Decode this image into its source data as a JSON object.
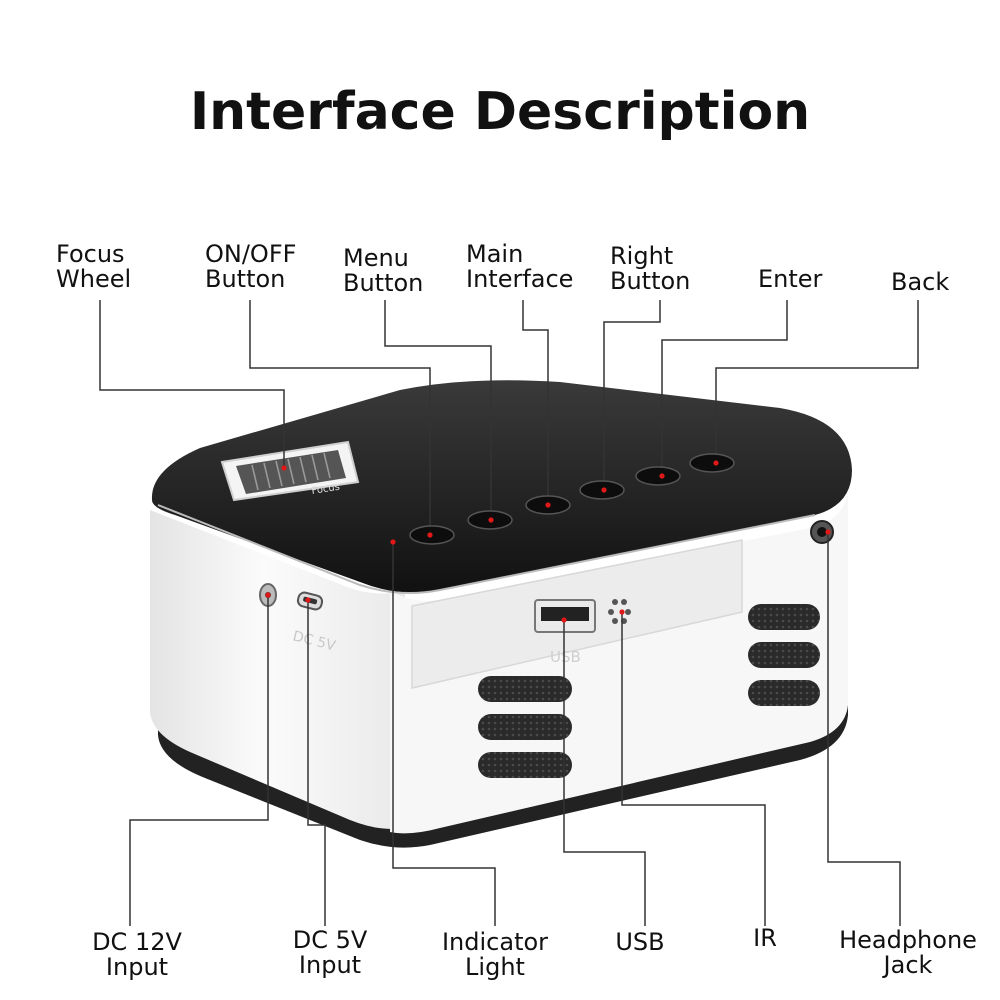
{
  "title": "Interface Description",
  "labels": {
    "focus_wheel": "Focus\nWheel",
    "on_off_button": "ON/OFF\nButton",
    "menu_button": "Menu\nButton",
    "main_interface": "Main\nInterface",
    "right_button": "Right\nButton",
    "enter": "Enter",
    "back": "Back",
    "dc_12v_input": "DC 12V\nInput",
    "dc_5v_input": "DC 5V\nInput",
    "indicator_light": "Indicator\nLight",
    "usb": "USB",
    "ir": "IR",
    "headphone_jack": "Headphone\nJack"
  },
  "device_markings": {
    "usb_port_label": "USB",
    "dc_port_label": "DC 5V",
    "focus_marking": "Focus"
  },
  "colors": {
    "device_top": "#1d1d1d",
    "device_body": "#f1f1f1",
    "device_base": "#222222",
    "leader_line": "#333333",
    "callout_dot": "#e01818"
  }
}
